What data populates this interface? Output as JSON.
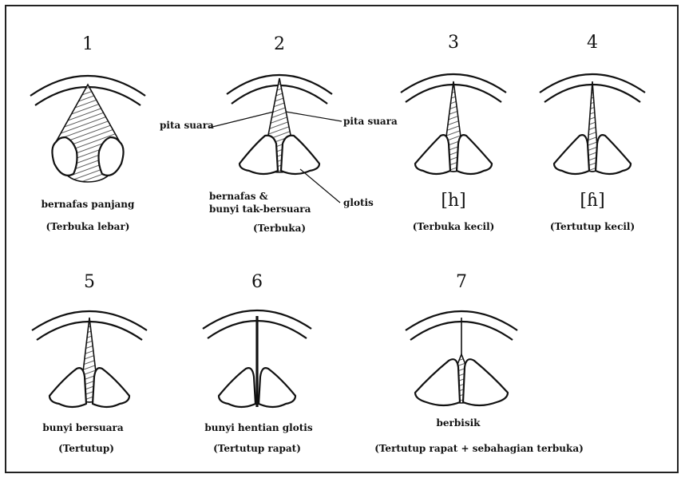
{
  "panels": [
    {
      "number": "1",
      "caption_main": "bernafas panjang",
      "caption_sub": "(Terbuka lebar)"
    },
    {
      "number": "2",
      "caption_main_line1": "bernafas &",
      "caption_main_line2": "bunyi tak-bersuara",
      "caption_sub": "(Terbuka)"
    },
    {
      "number": "3",
      "caption_main": "[h]",
      "caption_sub": "(Terbuka kecil)"
    },
    {
      "number": "4",
      "caption_main": "[ɦ]",
      "caption_sub": "(Tertutup kecil)"
    },
    {
      "number": "5",
      "caption_main": "bunyi bersuara",
      "caption_sub": "(Tertutup)"
    },
    {
      "number": "6",
      "caption_main": "bunyi hentian glotis",
      "caption_sub": "(Tertutup rapat)"
    },
    {
      "number": "7",
      "caption_main": "berbisik",
      "caption_sub": "(Tertutup rapat + sebahagian terbuka)"
    }
  ],
  "labels": {
    "vocal_cords_left": "pita suara",
    "vocal_cords_right": "pita suara",
    "glottis": "glotis"
  }
}
